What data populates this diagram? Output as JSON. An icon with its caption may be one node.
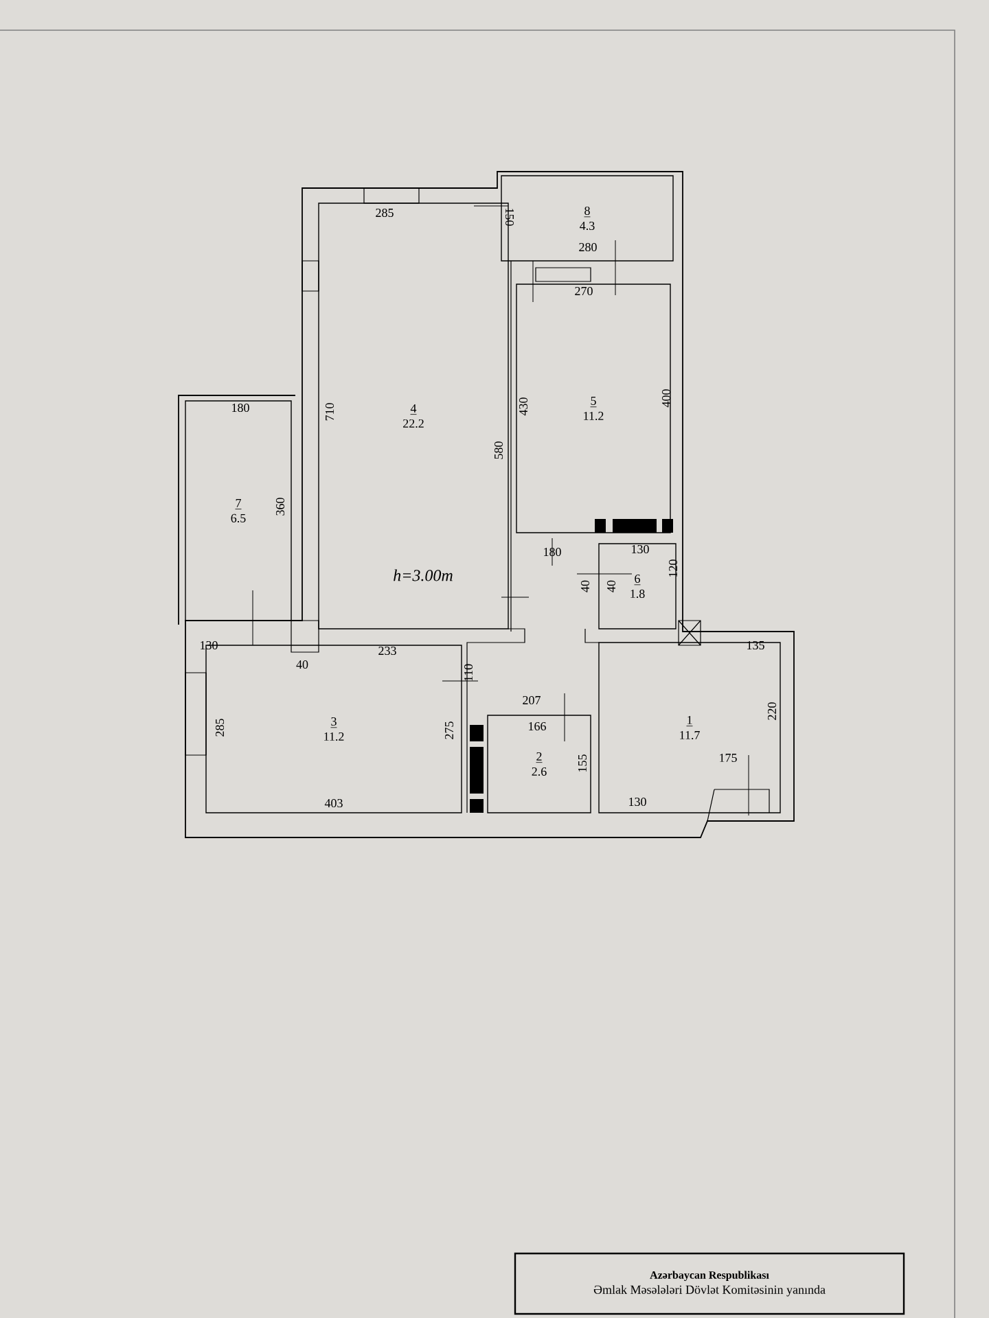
{
  "diagram": {
    "nodes": [
      {
        "text": [
          "8",
          "4.3"
        ]
      },
      {
        "text": [
          "4",
          "22.2"
        ]
      },
      {
        "text": [
          "5",
          "11.2"
        ]
      },
      {
        "text": [
          "7",
          "6.5"
        ]
      },
      {
        "text": [
          "6",
          "1.8"
        ]
      },
      {
        "text": [
          "3",
          "11.2"
        ]
      },
      {
        "text": [
          "1",
          "11.7"
        ]
      },
      {
        "text": [
          "2",
          "2.6"
        ]
      },
      {
        "text": [
          "Azərbaycan Respublikası",
          "Əmlak Məsələləri Dövlət Komitəsinin yanında"
        ]
      }
    ],
    "labels": [
      "285",
      "150",
      "280",
      "270",
      "710",
      "430",
      "400",
      "180",
      "360",
      "580",
      "h=3.00m",
      "180",
      "130",
      "40",
      "40",
      "120",
      "130",
      "40",
      "233",
      "110",
      "135",
      "207",
      "166",
      "220",
      "285",
      "275",
      "155",
      "175",
      "403",
      "130"
    ]
  }
}
